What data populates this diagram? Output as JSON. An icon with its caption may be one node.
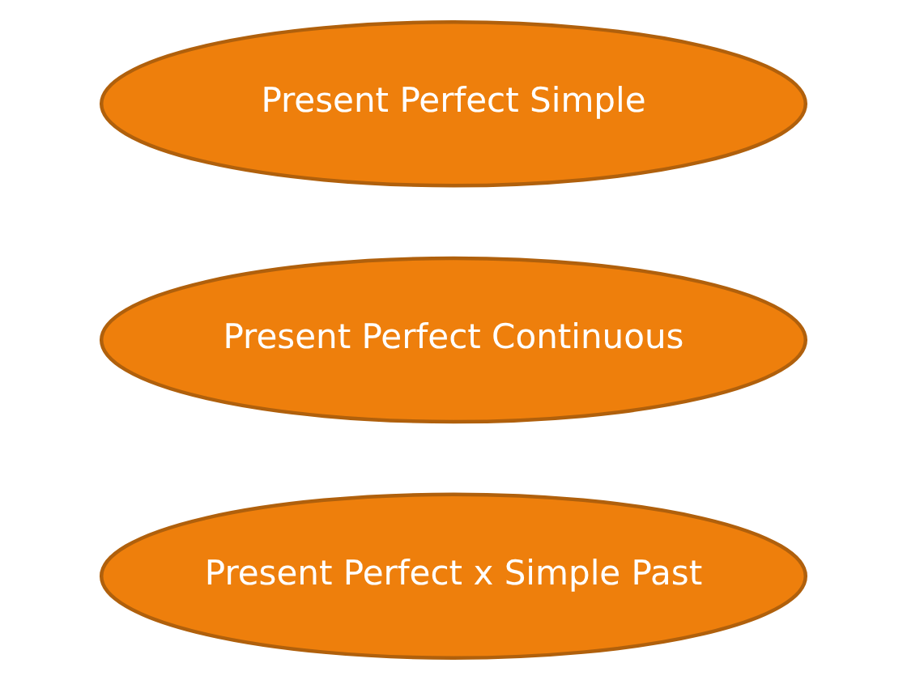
{
  "diagram": {
    "nodes": [
      {
        "text": [
          "Present Perfect Simple"
        ]
      },
      {
        "text": [
          "Present Perfect Continuous"
        ]
      },
      {
        "text": [
          "Present Perfect x Simple Past"
        ]
      }
    ]
  }
}
